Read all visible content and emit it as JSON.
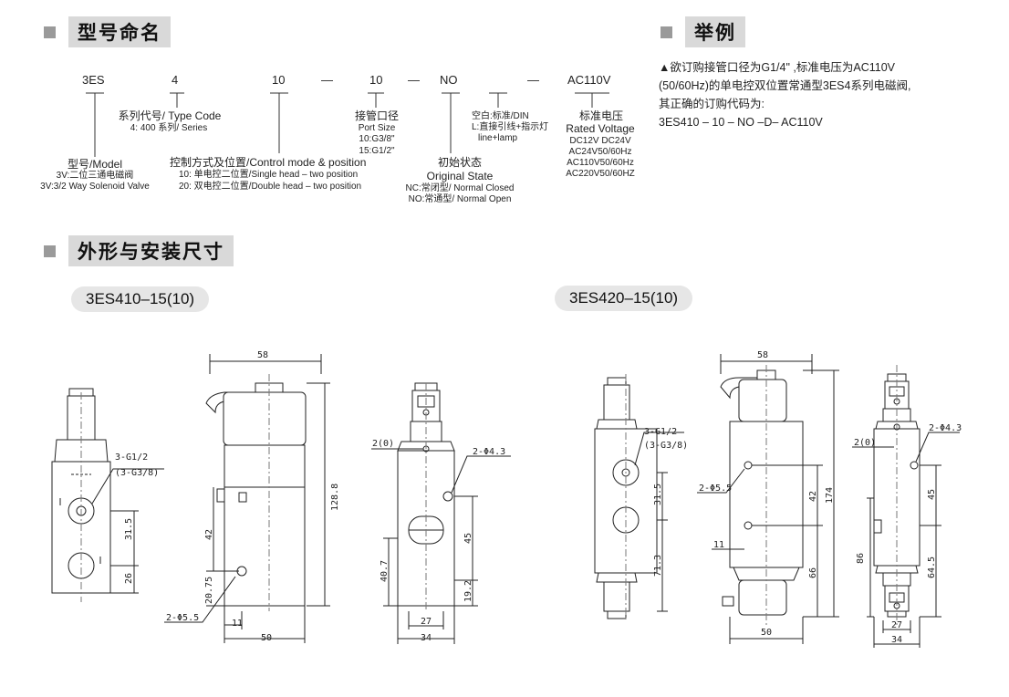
{
  "headings": {
    "model_naming": "型号命名",
    "example": "举例",
    "dimensions": "外形与安装尺寸"
  },
  "code_row": {
    "parts": [
      "3ES",
      "4",
      "10",
      "—",
      "10",
      "—",
      "NO",
      "—",
      "AC110V"
    ]
  },
  "labels": {
    "model_title": "型号/Model",
    "model_3v_cn": "3V:二位三通电磁阀",
    "model_3v_en": "3V:3/2 Way Solenoid Valve",
    "series_title": "系列代号/ Type Code",
    "series_value": "4: 400 系列/ Series",
    "control_title": "控制方式及位置/Control mode & position",
    "control_10": "10: 单电控二位置/Single head – two position",
    "control_20": "20: 双电控二位置/Double head – two position",
    "port_title_cn": "接管口径",
    "port_title_en": "Port Size",
    "port_10": "10:G3/8\"",
    "port_15": "15:G1/2\"",
    "state_title_cn": "初始状态",
    "state_title_en": "Original State",
    "state_nc": "NC:常闭型/ Normal Closed",
    "state_no": "NO:常通型/ Normal Open",
    "din_blank": "空白:标准/DIN",
    "din_l": "L:直接引线+指示灯",
    "din_lamp": "line+lamp",
    "voltage_title_cn": "标准电压",
    "voltage_title_en": "Rated Voltage",
    "voltage_1": "DC12V  DC24V",
    "voltage_2": "AC24V50/60Hz",
    "voltage_3": "AC110V50/60Hz",
    "voltage_4": "AC220V50/60HZ"
  },
  "example": {
    "line1": "▲欲订购接管口径为G1/4\" ,标准电压为AC110V",
    "line2": "(50/60Hz)的单电控双位置常通型3ES4系列电磁阀,",
    "line3": "其正确的订购代码为:",
    "line4": "3ES410 – 10 – NO –D– AC110V"
  },
  "models": {
    "left": "3ES410–15(10)",
    "right": "3ES420–15(10)"
  },
  "dims_left": {
    "port_label_1": "3-G1/2",
    "port_label_2": "(3-G3/8)",
    "d_31_5": "31.5",
    "d_26": "26",
    "d_58": "58",
    "d_128_8": "128.8",
    "d_42": "42",
    "d_20_75": "20.75",
    "d_11": "11",
    "d_50": "50",
    "hole_5_5": "2-Φ5.5",
    "two_zero": "2(0)",
    "hole_4_3": "2-Φ4.3",
    "d_45": "45",
    "d_40_7": "40.7",
    "d_19_2": "19.2",
    "d_27": "27",
    "d_34": "34"
  },
  "dims_right": {
    "port_label_1": "3-G1/2",
    "port_label_2": "(3-G3/8)",
    "d_31_5": "31.5",
    "d_71_3": "71.3",
    "d_58": "58",
    "hole_5_5": "2-Φ5.5",
    "d_42": "42",
    "d_174": "174",
    "d_11": "11",
    "d_66": "66",
    "d_50": "50",
    "two_zero": "2(0)",
    "hole_4_3": "2-Φ4.3",
    "d_45": "45",
    "d_86": "86",
    "d_64_5": "64.5",
    "d_27": "27",
    "d_34": "34"
  }
}
